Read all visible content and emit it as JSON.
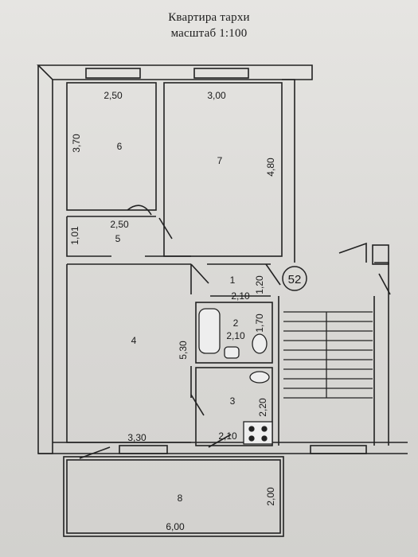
{
  "title": {
    "line1": "Квартира тархи",
    "line2": "масштаб 1:100"
  },
  "rooms": [
    {
      "id": "room-1",
      "number": "1"
    },
    {
      "id": "room-2",
      "number": "2"
    },
    {
      "id": "room-3",
      "number": "3"
    },
    {
      "id": "room-4",
      "number": "4"
    },
    {
      "id": "room-5",
      "number": "5"
    },
    {
      "id": "room-6",
      "number": "6"
    },
    {
      "id": "room-7",
      "number": "7"
    },
    {
      "id": "room-8",
      "number": "8"
    }
  ],
  "apartment_badge": "52",
  "dimensions": {
    "room6_width": "2,50",
    "room6_height": "3,70",
    "room7_width": "3,00",
    "room7_height": "4,80",
    "room5_width": "2,50",
    "room5_height": "1,01",
    "room1_width": "2,10",
    "room1_height": "1,20",
    "room2_width": "2,10",
    "room2_height": "1,70",
    "room4_height": "5,30",
    "room4_width": "3,30",
    "room3_height": "2,20",
    "room3_width": "2,10",
    "room8_width": "6,00",
    "room8_height": "2,00"
  },
  "icons": [
    "bathtub-icon",
    "sink-icon",
    "toilet-icon",
    "kitchen-sink-icon",
    "stove-icon",
    "staircase-icon"
  ]
}
